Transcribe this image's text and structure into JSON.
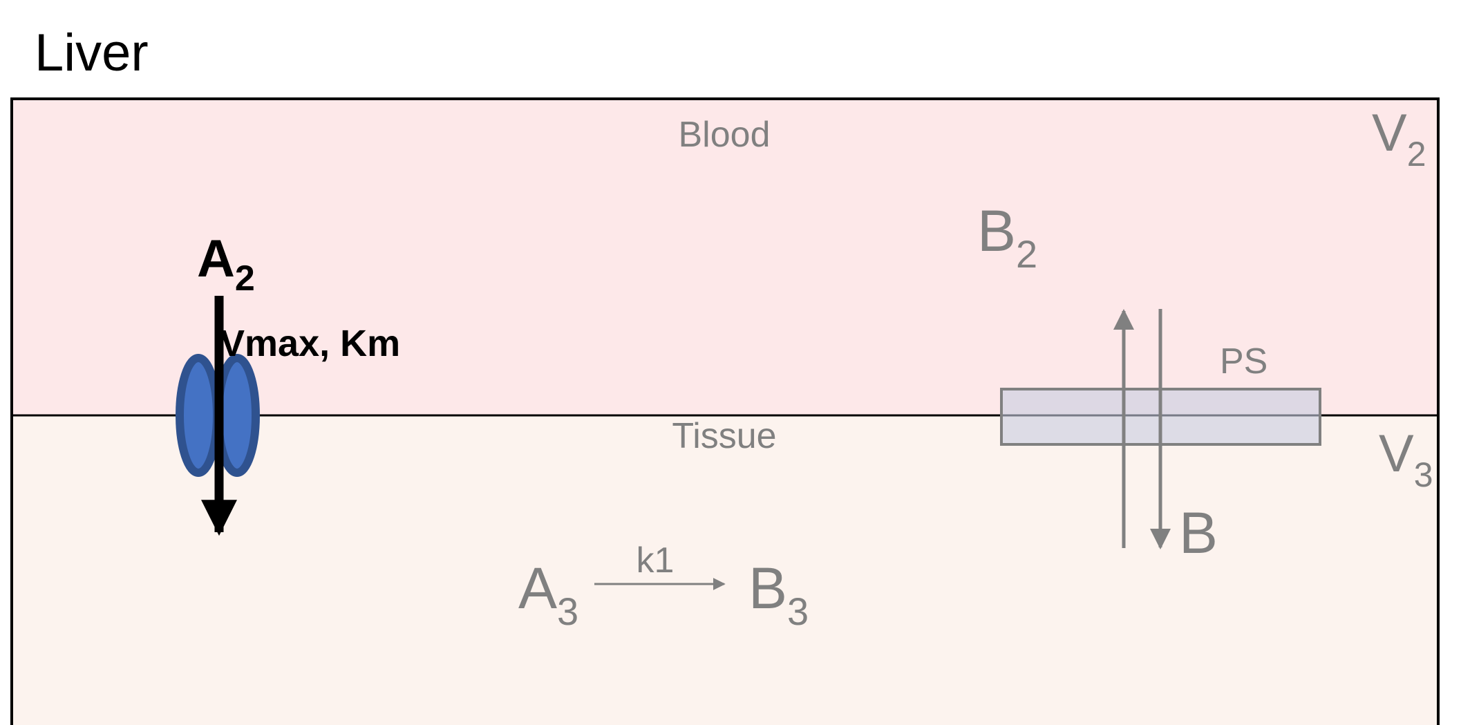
{
  "title": "Liver",
  "compartments": {
    "blood": {
      "label": "Blood",
      "volume": "V",
      "volume_sub": "2"
    },
    "tissue": {
      "label": "Tissue",
      "volume": "V",
      "volume_sub": "3"
    }
  },
  "transporter": {
    "species": "A",
    "species_sub": "2",
    "params": "Vmax, Km"
  },
  "passive": {
    "species_blood": "B",
    "species_blood_sub": "2",
    "label": "PS",
    "species_exit": "B"
  },
  "reaction": {
    "reactant": "A",
    "reactant_sub": "3",
    "rate": "k1",
    "product": "B",
    "product_sub": "3"
  },
  "colors": {
    "blood_fill": "#fde8e9",
    "tissue_fill": "#fcf3ee",
    "border": "#000000",
    "transporter_fill": "#4472c4",
    "transporter_stroke": "#2f528f",
    "grey_text": "#808080",
    "membrane_box": "rgba(200,205,225,0.6)"
  }
}
